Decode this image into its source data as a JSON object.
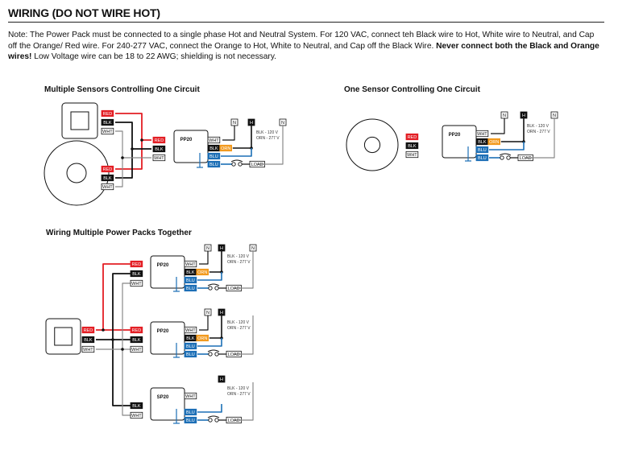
{
  "page": {
    "title": "WIRING (DO NOT WIRE HOT)",
    "note_start": "Note: The Power Pack must be connected to a single phase Hot and Neutral System. For 120 VAC, connect teh Black wire to Hot, White wire to Neutral, and Cap off the Orange/ Red wire. For 240-277 VAC, connect the Orange to Hot, White to Neutral, and Cap off the Black Wire. ",
    "note_bold": "Never connect both the Black and Orange wires!",
    "note_end": " Low Voltage wire can be 18 to 22 AWG; shielding is not necessary."
  },
  "diagrams": {
    "multi_sensor": {
      "title": "Multiple Sensors Controlling One Circuit"
    },
    "one_sensor": {
      "title": "One Sensor Controlling One Circuit"
    },
    "multi_pack": {
      "title": "Wiring Multiple Power Packs Together"
    }
  },
  "labels": {
    "red": "RED",
    "blk": "BLK",
    "wht": "WHT",
    "blu": "BLU",
    "orn": "ORN",
    "load": "LOAD",
    "neutral": "N",
    "hot": "H",
    "volt_blk": "BLK - 120 V",
    "volt_orn": "ORN - 277 V",
    "pp20": "PP20",
    "sp20": "SP20"
  },
  "colors": {
    "red": "#e31e24",
    "blue": "#1c6fb6",
    "orange": "#f29a1f",
    "black": "#111111",
    "gray": "#888888"
  }
}
